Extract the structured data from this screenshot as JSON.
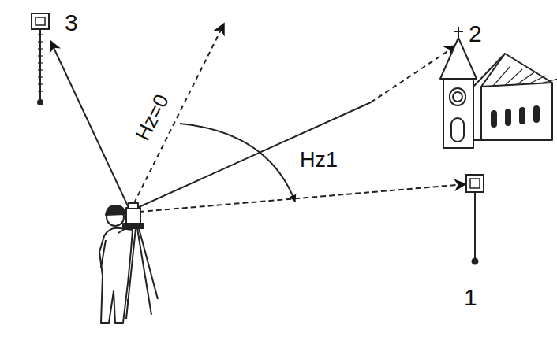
{
  "diagram": {
    "labels": [
      "3",
      "Hz=0",
      "2",
      "Hz1",
      "1"
    ]
  }
}
